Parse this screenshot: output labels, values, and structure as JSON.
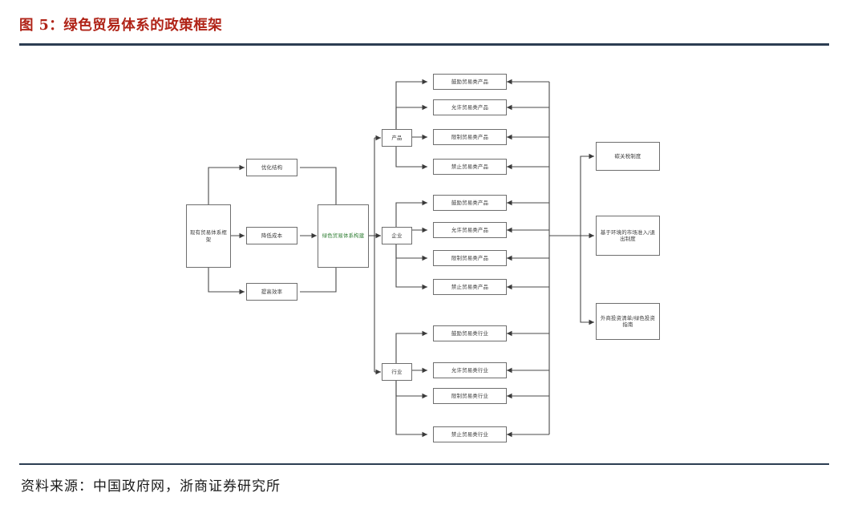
{
  "header": {
    "figure_title": "图 5：绿色贸易体系的政策框架",
    "accent_color": "#b02418",
    "rule_color": "#2c3d52"
  },
  "footer": {
    "source_text": "资料来源：中国政府网，浙商证券研究所"
  },
  "diagram": {
    "type": "flowchart",
    "green_accent": "#2e7d32",
    "box_border_color": "#6e6e6e",
    "connector_color": "#4a4a4a",
    "nodes": {
      "origin": {
        "label": "现有贸易体系框架"
      },
      "goals": [
        {
          "label": "优化结构"
        },
        {
          "label": "降低成本"
        },
        {
          "label": "提高效率"
        }
      ],
      "core": {
        "label": "绿色贸易体系构建"
      },
      "categories": [
        {
          "label": "产品"
        },
        {
          "label": "企业"
        },
        {
          "label": "行业"
        }
      ],
      "product_items": [
        {
          "label": "鼓励贸易类产品"
        },
        {
          "label": "允许贸易类产品"
        },
        {
          "label": "限制贸易类产品"
        },
        {
          "label": "禁止贸易类产品"
        }
      ],
      "enterprise_items": [
        {
          "label": "鼓励贸易类产品"
        },
        {
          "label": "允许贸易类产品"
        },
        {
          "label": "限制贸易类产品"
        },
        {
          "label": "禁止贸易类产品"
        }
      ],
      "industry_items": [
        {
          "label": "鼓励贸易类行业"
        },
        {
          "label": "允许贸易类行业"
        },
        {
          "label": "限制贸易类行业"
        },
        {
          "label": "禁止贸易类行业"
        }
      ],
      "policies": [
        {
          "label": "碳关税制度"
        },
        {
          "label": "基于环境的市场准入/退出制度"
        },
        {
          "label": "外商投资清单/绿色投资指南"
        }
      ]
    }
  }
}
